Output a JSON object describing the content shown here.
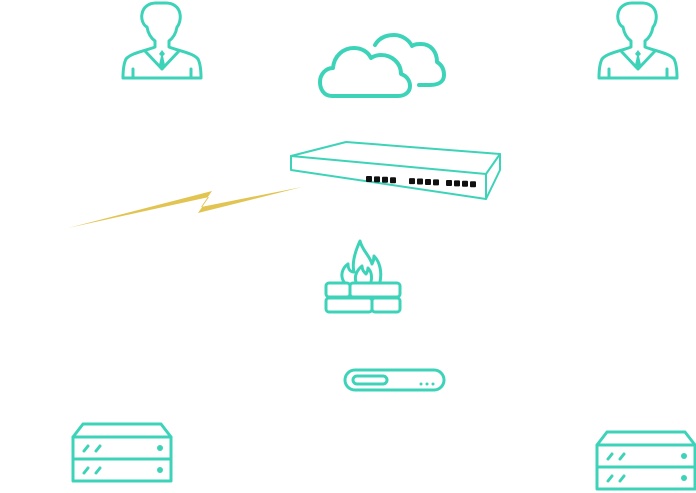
{
  "diagram": {
    "type": "network-topology",
    "colors": {
      "icon": "#3dd3b8",
      "link": "#e2c452",
      "port": "#111111",
      "background": "#ffffff"
    },
    "nodes": [
      {
        "id": "user-left",
        "kind": "user",
        "icon": "person-with-tie-icon"
      },
      {
        "id": "user-right",
        "kind": "user",
        "icon": "person-with-tie-icon"
      },
      {
        "id": "cloud",
        "kind": "internet",
        "icon": "cloud-icon"
      },
      {
        "id": "switch",
        "kind": "network-switch",
        "icon": "switch-icon",
        "port_groups": 3,
        "ports_per_group": 4
      },
      {
        "id": "firewall",
        "kind": "firewall",
        "icon": "firewall-icon"
      },
      {
        "id": "router",
        "kind": "router",
        "icon": "router-icon"
      },
      {
        "id": "server-left",
        "kind": "server",
        "icon": "server-icon",
        "units": 2
      },
      {
        "id": "server-right",
        "kind": "server",
        "icon": "server-icon",
        "units": 2
      }
    ],
    "links": [
      {
        "from": "switch",
        "to": "offscreen-left",
        "kind": "wireless",
        "icon": "lightning-bolt-icon"
      }
    ]
  }
}
